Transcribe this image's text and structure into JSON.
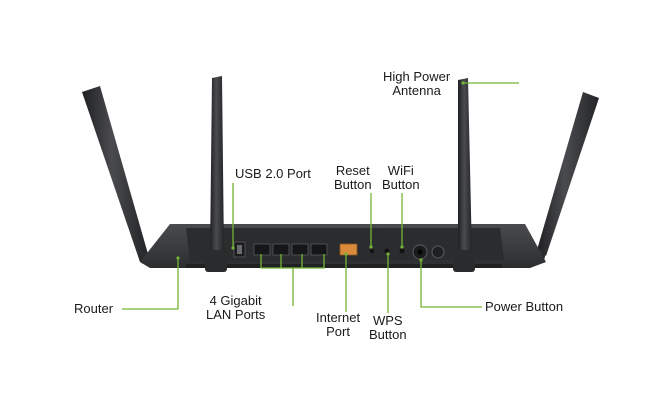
{
  "colors": {
    "leader": "#74b336",
    "router_body": "#3a3b3d",
    "router_front": "#2b2c2e",
    "antenna": "#2e2f31",
    "port_orange": "#d98a3a"
  },
  "labels": {
    "router": [
      "Router"
    ],
    "high_power_antenna": [
      "High Power",
      "Antenna"
    ],
    "usb_port": [
      "USB 2.0 Port"
    ],
    "reset_button": [
      "Reset",
      "Button"
    ],
    "wifi_button": [
      "WiFi",
      "Button"
    ],
    "lan_ports": [
      "4 Gigabit",
      "LAN Ports"
    ],
    "internet_port": [
      "Internet",
      "Port"
    ],
    "wps_button": [
      "WPS",
      "Button"
    ],
    "power_button": [
      "Power Button"
    ]
  }
}
